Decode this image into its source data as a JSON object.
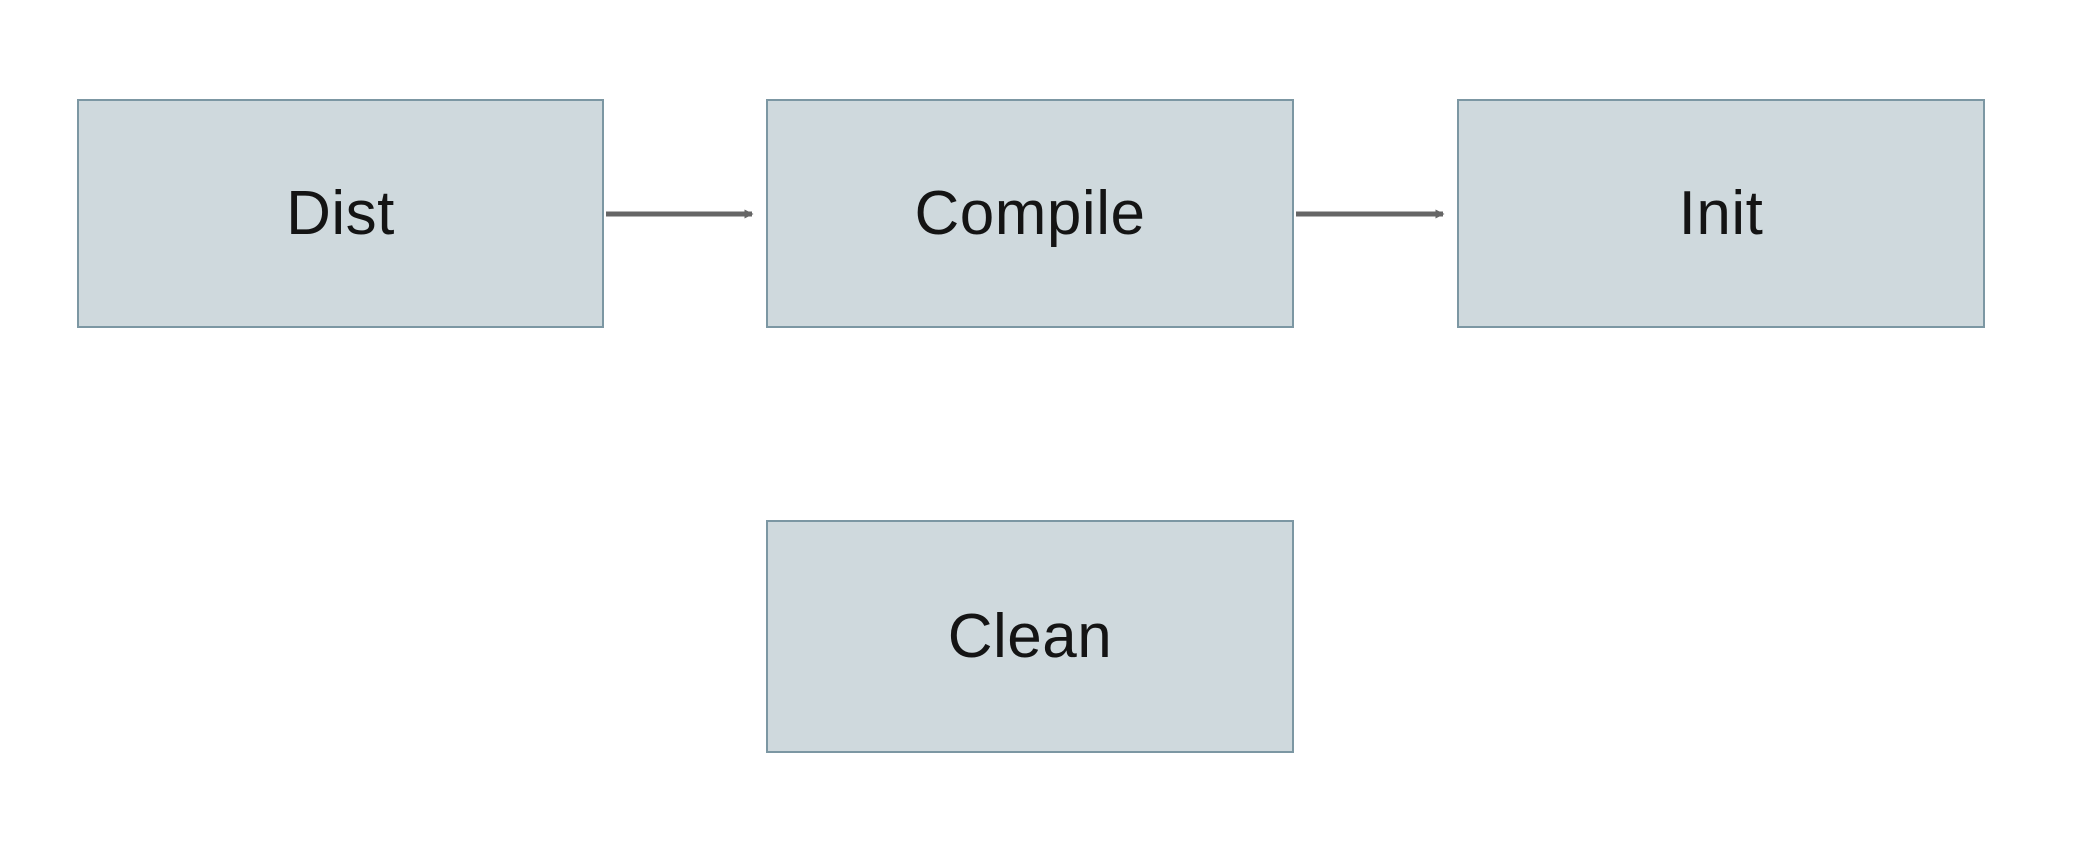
{
  "diagram": {
    "title": "build-task-flow",
    "nodes": [
      {
        "id": "dist",
        "label": "Dist"
      },
      {
        "id": "compile",
        "label": "Compile"
      },
      {
        "id": "init",
        "label": "Init"
      },
      {
        "id": "clean",
        "label": "Clean"
      }
    ],
    "edges": [
      {
        "from": "Dist",
        "to": "Compile"
      },
      {
        "from": "Compile",
        "to": "Init"
      }
    ],
    "colors": {
      "node_fill": "#cfd9dd",
      "node_border": "#7c97a3",
      "arrow": "#666666",
      "text": "#141414",
      "background": "#ffffff"
    }
  }
}
